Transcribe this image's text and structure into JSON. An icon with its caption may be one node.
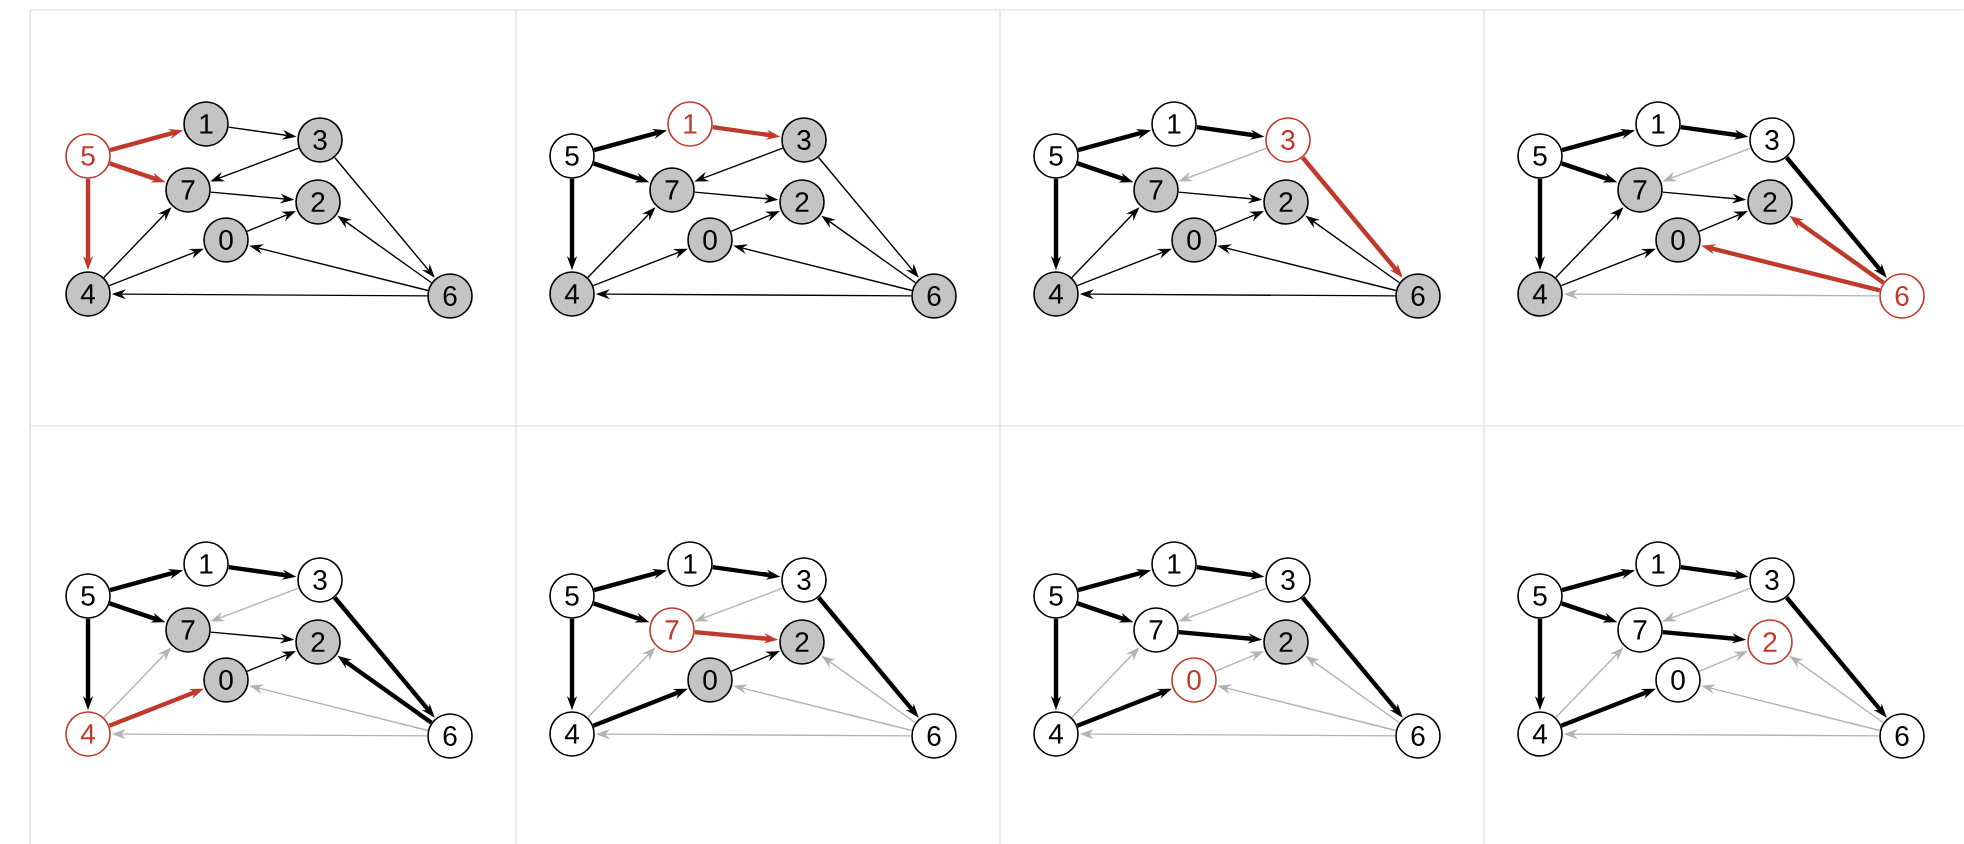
{
  "diagram": {
    "nodes": [
      {
        "text": [
          "1"
        ]
      },
      {
        "text": [
          "3"
        ]
      },
      {
        "text": [
          "5"
        ]
      },
      {
        "text": [
          "7"
        ]
      },
      {
        "text": [
          "2"
        ]
      },
      {
        "text": [
          "0"
        ]
      },
      {
        "text": [
          "4"
        ]
      },
      {
        "text": [
          "6"
        ]
      },
      {
        "text": [
          "1"
        ]
      },
      {
        "text": [
          "3"
        ]
      },
      {
        "text": [
          "5"
        ]
      },
      {
        "text": [
          "7"
        ]
      },
      {
        "text": [
          "2"
        ]
      },
      {
        "text": [
          "0"
        ]
      },
      {
        "text": [
          "4"
        ]
      },
      {
        "text": [
          "6"
        ]
      },
      {
        "text": [
          "1"
        ]
      },
      {
        "text": [
          "3"
        ]
      },
      {
        "text": [
          "5"
        ]
      },
      {
        "text": [
          "7"
        ]
      },
      {
        "text": [
          "2"
        ]
      },
      {
        "text": [
          "0"
        ]
      },
      {
        "text": [
          "4"
        ]
      },
      {
        "text": [
          "6"
        ]
      },
      {
        "text": [
          "1"
        ]
      },
      {
        "text": [
          "3"
        ]
      },
      {
        "text": [
          "5"
        ]
      },
      {
        "text": [
          "7"
        ]
      },
      {
        "text": [
          "2"
        ]
      },
      {
        "text": [
          "0"
        ]
      },
      {
        "text": [
          "4"
        ]
      },
      {
        "text": [
          "6"
        ]
      },
      {
        "text": [
          "1"
        ]
      },
      {
        "text": [
          "3"
        ]
      },
      {
        "text": [
          "5"
        ]
      },
      {
        "text": [
          "7"
        ]
      },
      {
        "text": [
          "2"
        ]
      },
      {
        "text": [
          "0"
        ]
      },
      {
        "text": [
          "4"
        ]
      },
      {
        "text": [
          "6"
        ]
      },
      {
        "text": [
          "1"
        ]
      },
      {
        "text": [
          "3"
        ]
      },
      {
        "text": [
          "5"
        ]
      },
      {
        "text": [
          "7"
        ]
      },
      {
        "text": [
          "2"
        ]
      },
      {
        "text": [
          "0"
        ]
      },
      {
        "text": [
          "4"
        ]
      },
      {
        "text": [
          "6"
        ]
      },
      {
        "text": [
          "1"
        ]
      },
      {
        "text": [
          "3"
        ]
      },
      {
        "text": [
          "5"
        ]
      },
      {
        "text": [
          "7"
        ]
      },
      {
        "text": [
          "2"
        ]
      },
      {
        "text": [
          "0"
        ]
      },
      {
        "text": [
          "4"
        ]
      },
      {
        "text": [
          "6"
        ]
      },
      {
        "text": [
          "1"
        ]
      },
      {
        "text": [
          "3"
        ]
      },
      {
        "text": [
          "5"
        ]
      },
      {
        "text": [
          "7"
        ]
      },
      {
        "text": [
          "2"
        ]
      },
      {
        "text": [
          "0"
        ]
      },
      {
        "text": [
          "4"
        ]
      },
      {
        "text": [
          "6"
        ]
      }
    ],
    "edges": [
      {
        "from": 2,
        "to": 0,
        "arrow": "to",
        "style": "thick",
        "color": "#c0392b"
      },
      {
        "from": 2,
        "to": 3,
        "arrow": "to",
        "style": "thick",
        "color": "#c0392b"
      },
      {
        "from": 2,
        "to": 6,
        "arrow": "to",
        "style": "thick",
        "color": "#c0392b"
      },
      {
        "from": 0,
        "to": 1,
        "arrow": "to"
      },
      {
        "from": 1,
        "to": 3,
        "arrow": "to"
      },
      {
        "from": 1,
        "to": 7,
        "arrow": "to"
      },
      {
        "from": 3,
        "to": 4,
        "arrow": "to"
      },
      {
        "from": 6,
        "to": 3,
        "arrow": "to"
      },
      {
        "from": 6,
        "to": 5,
        "arrow": "to"
      },
      {
        "from": 5,
        "to": 4,
        "arrow": "to"
      },
      {
        "from": 7,
        "to": 6,
        "arrow": "to"
      },
      {
        "from": 7,
        "to": 5,
        "arrow": "to"
      },
      {
        "from": 7,
        "to": 4,
        "arrow": "to"
      },
      {
        "from": 10,
        "to": 8,
        "arrow": "to",
        "style": "thick"
      },
      {
        "from": 10,
        "to": 11,
        "arrow": "to",
        "style": "thick"
      },
      {
        "from": 10,
        "to": 14,
        "arrow": "to",
        "style": "thick"
      },
      {
        "from": 8,
        "to": 9,
        "arrow": "to",
        "style": "thick",
        "color": "#c0392b"
      },
      {
        "from": 9,
        "to": 11,
        "arrow": "to"
      },
      {
        "from": 9,
        "to": 15,
        "arrow": "to"
      },
      {
        "from": 11,
        "to": 12,
        "arrow": "to"
      },
      {
        "from": 14,
        "to": 11,
        "arrow": "to"
      },
      {
        "from": 14,
        "to": 13,
        "arrow": "to"
      },
      {
        "from": 13,
        "to": 12,
        "arrow": "to"
      },
      {
        "from": 15,
        "to": 14,
        "arrow": "to"
      },
      {
        "from": 15,
        "to": 13,
        "arrow": "to"
      },
      {
        "from": 15,
        "to": 12,
        "arrow": "to"
      },
      {
        "from": 18,
        "to": 16,
        "arrow": "to",
        "style": "thick"
      },
      {
        "from": 18,
        "to": 19,
        "arrow": "to",
        "style": "thick"
      },
      {
        "from": 18,
        "to": 22,
        "arrow": "to",
        "style": "thick"
      },
      {
        "from": 16,
        "to": 17,
        "arrow": "to",
        "style": "thick"
      },
      {
        "from": 17,
        "to": 19,
        "arrow": "to",
        "color": "#b3b3b3"
      },
      {
        "from": 17,
        "to": 23,
        "arrow": "to",
        "style": "thick",
        "color": "#c0392b"
      },
      {
        "from": 19,
        "to": 20,
        "arrow": "to"
      },
      {
        "from": 22,
        "to": 19,
        "arrow": "to"
      },
      {
        "from": 22,
        "to": 21,
        "arrow": "to"
      },
      {
        "from": 21,
        "to": 20,
        "arrow": "to"
      },
      {
        "from": 23,
        "to": 22,
        "arrow": "to"
      },
      {
        "from": 23,
        "to": 21,
        "arrow": "to"
      },
      {
        "from": 23,
        "to": 20,
        "arrow": "to"
      },
      {
        "from": 26,
        "to": 24,
        "arrow": "to",
        "style": "thick"
      },
      {
        "from": 26,
        "to": 27,
        "arrow": "to",
        "style": "thick"
      },
      {
        "from": 26,
        "to": 30,
        "arrow": "to",
        "style": "thick"
      },
      {
        "from": 24,
        "to": 25,
        "arrow": "to",
        "style": "thick"
      },
      {
        "from": 25,
        "to": 27,
        "arrow": "to",
        "color": "#b3b3b3"
      },
      {
        "from": 25,
        "to": 31,
        "arrow": "to",
        "style": "thick"
      },
      {
        "from": 27,
        "to": 28,
        "arrow": "to"
      },
      {
        "from": 30,
        "to": 27,
        "arrow": "to"
      },
      {
        "from": 30,
        "to": 29,
        "arrow": "to"
      },
      {
        "from": 29,
        "to": 28,
        "arrow": "to"
      },
      {
        "from": 31,
        "to": 30,
        "arrow": "to",
        "color": "#b3b3b3"
      },
      {
        "from": 31,
        "to": 29,
        "arrow": "to",
        "style": "thick",
        "color": "#c0392b"
      },
      {
        "from": 31,
        "to": 28,
        "arrow": "to",
        "style": "thick",
        "color": "#c0392b"
      },
      {
        "from": 34,
        "to": 32,
        "arrow": "to",
        "style": "thick"
      },
      {
        "from": 34,
        "to": 35,
        "arrow": "to",
        "style": "thick"
      },
      {
        "from": 34,
        "to": 38,
        "arrow": "to",
        "style": "thick"
      },
      {
        "from": 32,
        "to": 33,
        "arrow": "to",
        "style": "thick"
      },
      {
        "from": 33,
        "to": 35,
        "arrow": "to",
        "color": "#b3b3b3"
      },
      {
        "from": 33,
        "to": 39,
        "arrow": "to",
        "style": "thick"
      },
      {
        "from": 35,
        "to": 36,
        "arrow": "to"
      },
      {
        "from": 38,
        "to": 35,
        "arrow": "to",
        "color": "#b3b3b3"
      },
      {
        "from": 38,
        "to": 37,
        "arrow": "to",
        "style": "thick",
        "color": "#c0392b"
      },
      {
        "from": 37,
        "to": 36,
        "arrow": "to"
      },
      {
        "from": 39,
        "to": 38,
        "arrow": "to",
        "color": "#b3b3b3"
      },
      {
        "from": 39,
        "to": 37,
        "arrow": "to",
        "color": "#b3b3b3"
      },
      {
        "from": 39,
        "to": 36,
        "arrow": "to",
        "style": "thick"
      },
      {
        "from": 42,
        "to": 40,
        "arrow": "to",
        "style": "thick"
      },
      {
        "from": 42,
        "to": 43,
        "arrow": "to",
        "style": "thick"
      },
      {
        "from": 42,
        "to": 46,
        "arrow": "to",
        "style": "thick"
      },
      {
        "from": 40,
        "to": 41,
        "arrow": "to",
        "style": "thick"
      },
      {
        "from": 41,
        "to": 43,
        "arrow": "to",
        "color": "#b3b3b3"
      },
      {
        "from": 41,
        "to": 47,
        "arrow": "to",
        "style": "thick"
      },
      {
        "from": 43,
        "to": 44,
        "arrow": "to",
        "style": "thick",
        "color": "#c0392b"
      },
      {
        "from": 46,
        "to": 43,
        "arrow": "to",
        "color": "#b3b3b3"
      },
      {
        "from": 46,
        "to": 45,
        "arrow": "to",
        "style": "thick"
      },
      {
        "from": 45,
        "to": 44,
        "arrow": "to"
      },
      {
        "from": 47,
        "to": 46,
        "arrow": "to",
        "color": "#b3b3b3"
      },
      {
        "from": 47,
        "to": 45,
        "arrow": "to",
        "color": "#b3b3b3"
      },
      {
        "from": 47,
        "to": 44,
        "arrow": "to",
        "color": "#b3b3b3"
      },
      {
        "from": 50,
        "to": 48,
        "arrow": "to",
        "style": "thick"
      },
      {
        "from": 50,
        "to": 51,
        "arrow": "to",
        "style": "thick"
      },
      {
        "from": 50,
        "to": 54,
        "arrow": "to",
        "style": "thick"
      },
      {
        "from": 48,
        "to": 49,
        "arrow": "to",
        "style": "thick"
      },
      {
        "from": 49,
        "to": 51,
        "arrow": "to",
        "color": "#b3b3b3"
      },
      {
        "from": 49,
        "to": 55,
        "arrow": "to",
        "style": "thick"
      },
      {
        "from": 51,
        "to": 52,
        "arrow": "to",
        "style": "thick"
      },
      {
        "from": 54,
        "to": 51,
        "arrow": "to",
        "color": "#b3b3b3"
      },
      {
        "from": 54,
        "to": 53,
        "arrow": "to",
        "style": "thick"
      },
      {
        "from": 53,
        "to": 52,
        "arrow": "to",
        "color": "#b3b3b3"
      },
      {
        "from": 55,
        "to": 54,
        "arrow": "to",
        "color": "#b3b3b3"
      },
      {
        "from": 55,
        "to": 53,
        "arrow": "to",
        "color": "#b3b3b3"
      },
      {
        "from": 55,
        "to": 52,
        "arrow": "to",
        "color": "#b3b3b3"
      },
      {
        "from": 58,
        "to": 56,
        "arrow": "to",
        "style": "thick"
      },
      {
        "from": 58,
        "to": 59,
        "arrow": "to",
        "style": "thick"
      },
      {
        "from": 58,
        "to": 62,
        "arrow": "to",
        "style": "thick"
      },
      {
        "from": 56,
        "to": 57,
        "arrow": "to",
        "style": "thick"
      },
      {
        "from": 57,
        "to": 59,
        "arrow": "to",
        "color": "#b3b3b3"
      },
      {
        "from": 57,
        "to": 63,
        "arrow": "to",
        "style": "thick"
      },
      {
        "from": 59,
        "to": 60,
        "arrow": "to",
        "style": "thick"
      },
      {
        "from": 62,
        "to": 59,
        "arrow": "to",
        "color": "#b3b3b3"
      },
      {
        "from": 62,
        "to": 61,
        "arrow": "to",
        "style": "thick"
      },
      {
        "from": 61,
        "to": 60,
        "arrow": "to",
        "color": "#b3b3b3"
      },
      {
        "from": 63,
        "to": 62,
        "arrow": "to",
        "color": "#b3b3b3"
      },
      {
        "from": 63,
        "to": 61,
        "arrow": "to",
        "color": "#b3b3b3"
      },
      {
        "from": 63,
        "to": 60,
        "arrow": "to",
        "color": "#b3b3b3"
      }
    ]
  }
}
